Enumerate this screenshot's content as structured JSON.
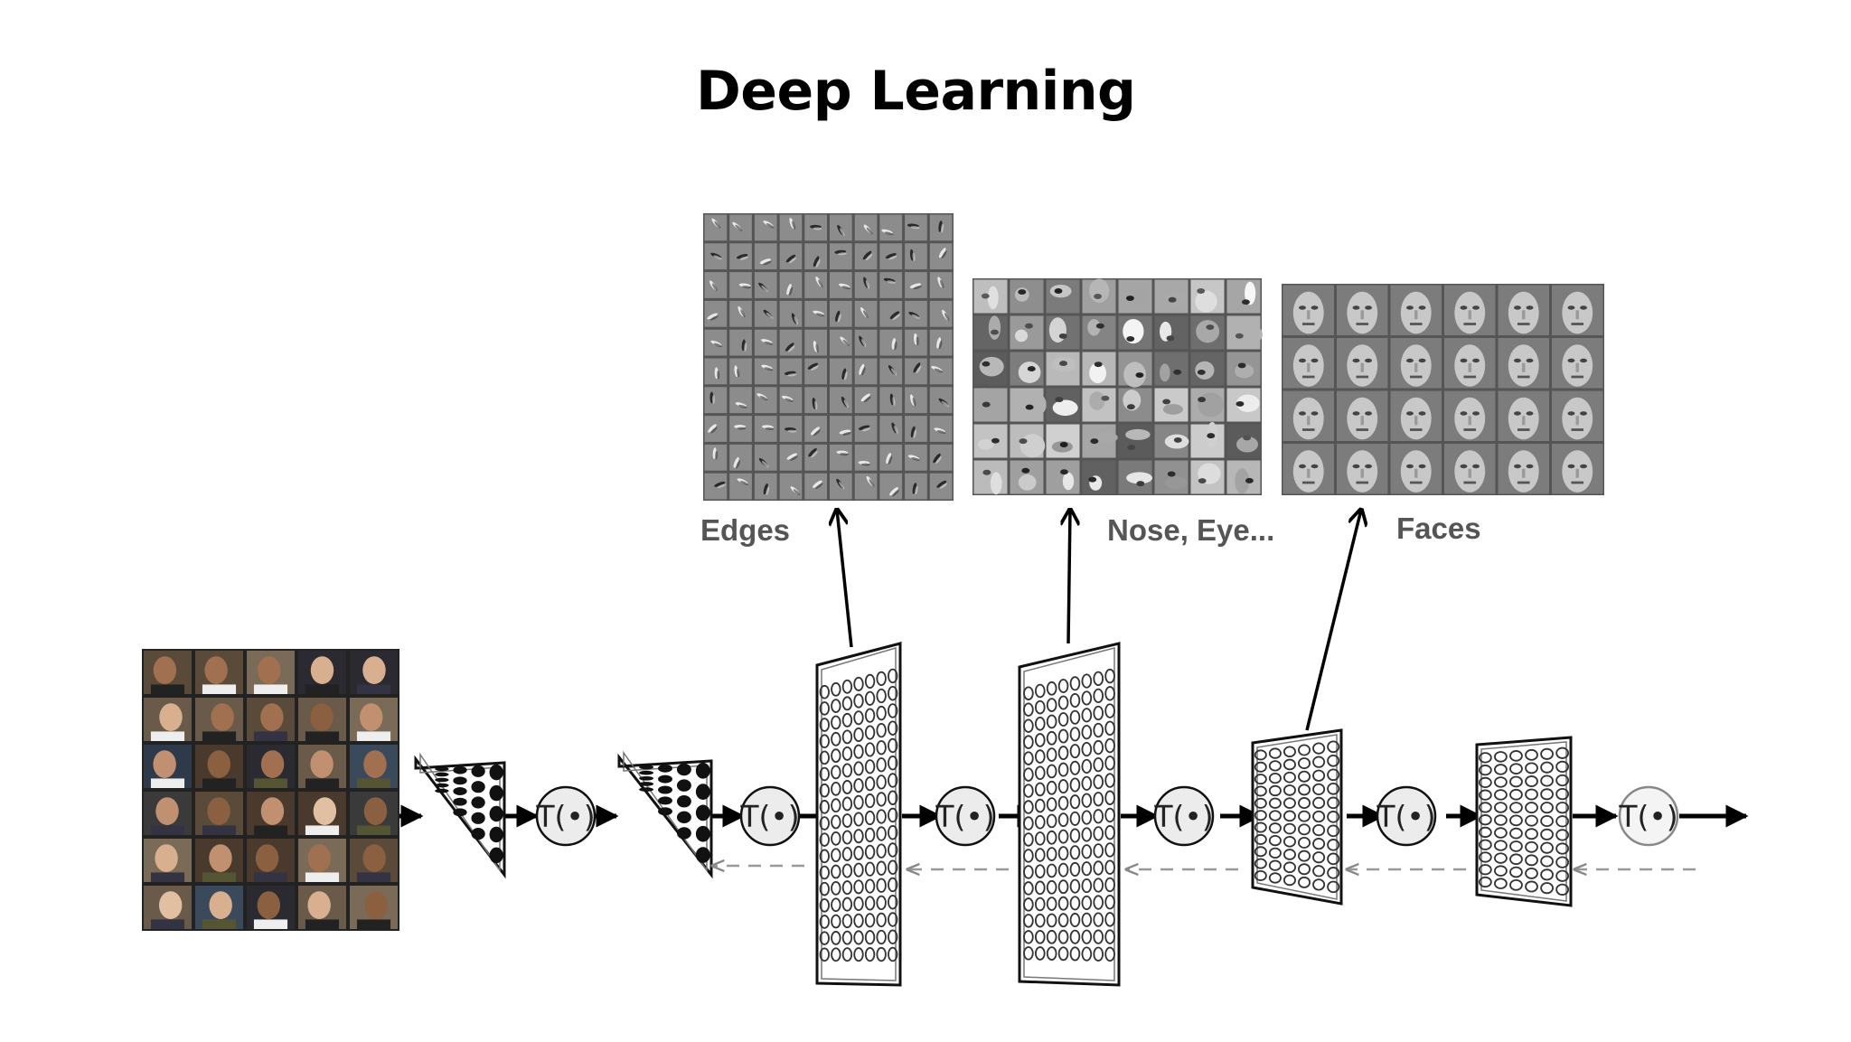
{
  "title": "Deep Learning",
  "feature_labels": [
    "Edges",
    "Nose, Eye...",
    "Faces"
  ],
  "transform_label": "T(•)",
  "colors": {
    "text": "#000000",
    "label": "#555555",
    "arrow": "#000000",
    "feedback": "#999999"
  }
}
